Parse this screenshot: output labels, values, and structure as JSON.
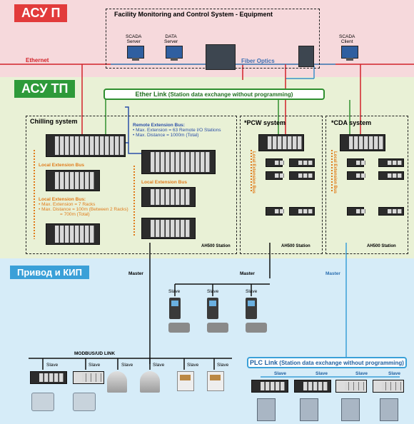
{
  "levels": {
    "asup": "АСУ П",
    "asutp": "АСУ ТП",
    "kip": "Привод и КИП"
  },
  "facility_title": "Facility Monitoring and Control System - Equipment",
  "computers": {
    "scada_server": [
      "SCADA",
      "Server"
    ],
    "data_server": [
      "DATA",
      "Server"
    ],
    "scada_client": [
      "SCADA",
      "Client"
    ]
  },
  "network": {
    "ethernet": "Ethernet",
    "fiber_optics": "Fiber Optics"
  },
  "ether_link": {
    "bold": "Ether Link",
    "note": "(Station data exchange without programming)"
  },
  "chilling_system": {
    "title": "Chilling system",
    "remote_bus": {
      "title": "Remote Extension Bus:",
      "items": [
        "• Max. Extension = 63 Remote I/O Stations",
        "• Max. Distance = 1000m (Total)"
      ]
    },
    "local_bus_1": "Local Extension Bus",
    "local_bus_2": {
      "title": "Local Extension Bus:",
      "items": [
        "• Max. Extension = 7 Racks",
        "• Max. Distance = 100m (Between 2 Racks)",
        "= 700m (Total)"
      ]
    },
    "local_bus_3": "Local Extension Bus",
    "station": "AH500 Station"
  },
  "pcw_system": {
    "title": "*PCW system",
    "bus": "Local Extension Bus",
    "station": "AH500 Station"
  },
  "cda_system": {
    "title": "*CDA system",
    "bus": "Local Extension Bus",
    "station": "AH500 Station"
  },
  "master_label": "Master",
  "slave_label": "Slave",
  "modbus_link": "MODBUS/UD LINK",
  "plc_link": {
    "bold": "PLC Link",
    "note": "(Station data exchange without programming)"
  },
  "colors": {
    "ethernet": "#d2232a",
    "ether_link": "#2f8f2f",
    "fiber": "#3b8fc9",
    "local_bus": "#e07b1a",
    "remote_bus": "#2b4fa8",
    "kip_link": "#3aa0d8"
  }
}
